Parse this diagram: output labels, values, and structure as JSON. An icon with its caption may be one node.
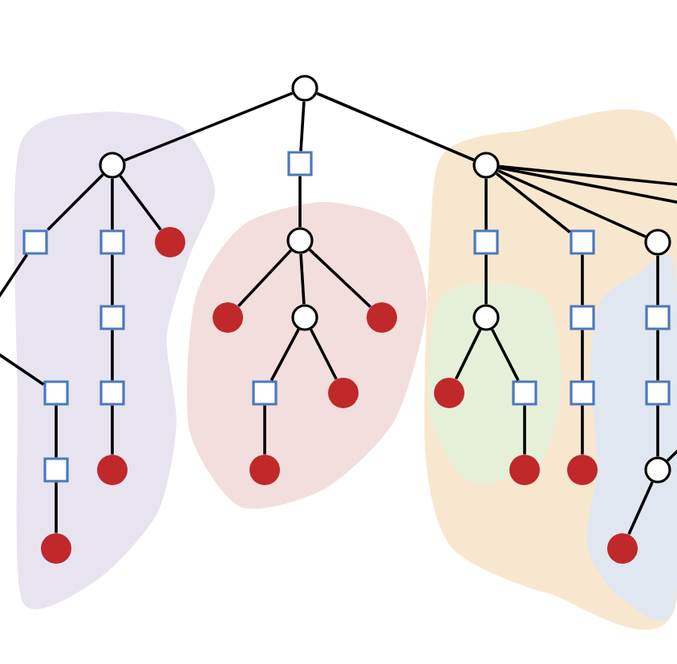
{
  "diagram": {
    "nodes": [
      {
        "text": [],
        "shape": "circle"
      },
      {
        "text": [],
        "shape": "circle"
      },
      {
        "text": [],
        "shape": "box"
      },
      {
        "text": [],
        "shape": "circle"
      },
      {
        "text": [],
        "shape": "box"
      },
      {
        "text": [],
        "shape": "box"
      },
      {
        "text": [],
        "shape": "dot"
      },
      {
        "text": [],
        "shape": "box"
      },
      {
        "text": [],
        "shape": "box"
      },
      {
        "text": [],
        "shape": "dot"
      },
      {
        "text": [],
        "shape": "box"
      },
      {
        "text": [],
        "shape": "box"
      },
      {
        "text": [],
        "shape": "dot"
      },
      {
        "text": [],
        "shape": "circle"
      },
      {
        "text": [],
        "shape": "dot"
      },
      {
        "text": [],
        "shape": "circle"
      },
      {
        "text": [],
        "shape": "dot"
      },
      {
        "text": [],
        "shape": "box"
      },
      {
        "text": [],
        "shape": "dot"
      },
      {
        "text": [],
        "shape": "dot"
      },
      {
        "text": [],
        "shape": "box"
      },
      {
        "text": [],
        "shape": "box"
      },
      {
        "text": [],
        "shape": "circle"
      },
      {
        "text": [],
        "shape": "circle"
      },
      {
        "text": [],
        "shape": "dot"
      },
      {
        "text": [],
        "shape": "box"
      },
      {
        "text": [],
        "shape": "dot"
      },
      {
        "text": [],
        "shape": "box"
      },
      {
        "text": [],
        "shape": "box"
      },
      {
        "text": [],
        "shape": "dot"
      },
      {
        "text": [],
        "shape": "box"
      },
      {
        "text": [],
        "shape": "box"
      },
      {
        "text": [],
        "shape": "circle"
      },
      {
        "text": [],
        "shape": "dot"
      }
    ],
    "edges": [
      {
        "from": 0,
        "to": 1,
        "arrow": "none"
      },
      {
        "from": 0,
        "to": 2,
        "arrow": "none"
      },
      {
        "from": 0,
        "to": 3,
        "arrow": "none"
      },
      {
        "from": 1,
        "to": 4,
        "arrow": "none"
      },
      {
        "from": 1,
        "to": 5,
        "arrow": "none"
      },
      {
        "from": 1,
        "to": 6,
        "arrow": "none"
      },
      {
        "from": 4,
        "to": null,
        "arrow": "none"
      },
      {
        "from": null,
        "to": 7,
        "arrow": "none"
      },
      {
        "from": 7,
        "to": 8,
        "arrow": "none"
      },
      {
        "from": 8,
        "to": 9,
        "arrow": "none"
      },
      {
        "from": 5,
        "to": 10,
        "arrow": "none"
      },
      {
        "from": 10,
        "to": 11,
        "arrow": "none"
      },
      {
        "from": 11,
        "to": 12,
        "arrow": "none"
      },
      {
        "from": 2,
        "to": 13,
        "arrow": "none"
      },
      {
        "from": 13,
        "to": 14,
        "arrow": "none"
      },
      {
        "from": 13,
        "to": 15,
        "arrow": "none"
      },
      {
        "from": 13,
        "to": 16,
        "arrow": "none"
      },
      {
        "from": 15,
        "to": 17,
        "arrow": "none"
      },
      {
        "from": 15,
        "to": 18,
        "arrow": "none"
      },
      {
        "from": 17,
        "to": 19,
        "arrow": "none"
      },
      {
        "from": 3,
        "to": 20,
        "arrow": "none"
      },
      {
        "from": 3,
        "to": 21,
        "arrow": "none"
      },
      {
        "from": 3,
        "to": 22,
        "arrow": "none"
      },
      {
        "from": 3,
        "to": null,
        "arrow": "none"
      },
      {
        "from": 3,
        "to": null,
        "arrow": "none"
      },
      {
        "from": 20,
        "to": 23,
        "arrow": "none"
      },
      {
        "from": 23,
        "to": 24,
        "arrow": "none"
      },
      {
        "from": 23,
        "to": 25,
        "arrow": "none"
      },
      {
        "from": 25,
        "to": 26,
        "arrow": "none"
      },
      {
        "from": 21,
        "to": 27,
        "arrow": "none"
      },
      {
        "from": 27,
        "to": 28,
        "arrow": "none"
      },
      {
        "from": 28,
        "to": 29,
        "arrow": "none"
      },
      {
        "from": 22,
        "to": 30,
        "arrow": "none"
      },
      {
        "from": 30,
        "to": 31,
        "arrow": "none"
      },
      {
        "from": 31,
        "to": 32,
        "arrow": "none"
      },
      {
        "from": 32,
        "to": 33,
        "arrow": "none"
      },
      {
        "from": 32,
        "to": null,
        "arrow": "none"
      }
    ]
  }
}
